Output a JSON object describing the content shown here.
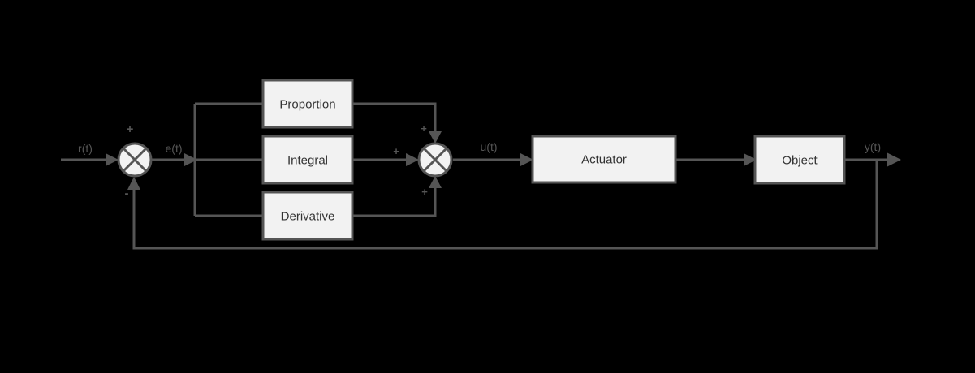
{
  "blocks": {
    "proportion": "Proportion",
    "integral": "Integral",
    "derivative": "Derivative",
    "actuator": "Actuator",
    "object": "Object"
  },
  "signals": {
    "reference": "r(t)",
    "error": "e(t)",
    "control": "u(t)",
    "output": "y(t)"
  },
  "signs": {
    "sum1_top": "+",
    "sum1_bottom": "-",
    "sum2_top": "+",
    "sum2_left": "+",
    "sum2_bottom": "+"
  },
  "colors": {
    "background": "#000000",
    "line": "#555555",
    "block_fill": "#f2f2f2",
    "text": "#333333"
  }
}
